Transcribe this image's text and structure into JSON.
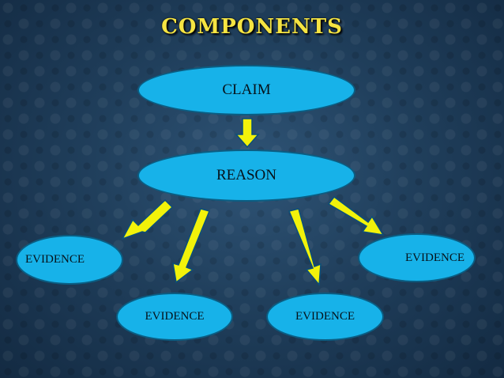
{
  "title": "COMPONENTS",
  "nodes": {
    "claim": "CLAIM",
    "reason": "REASON",
    "evidence_left": "EVIDENCE",
    "evidence_bottom_left": "EVIDENCE",
    "evidence_bottom_right": "EVIDENCE",
    "evidence_right": "EVIDENCE"
  },
  "colors": {
    "node_fill": "#17b2e9",
    "arrow": "#f2f20a",
    "title": "#f5e442"
  }
}
